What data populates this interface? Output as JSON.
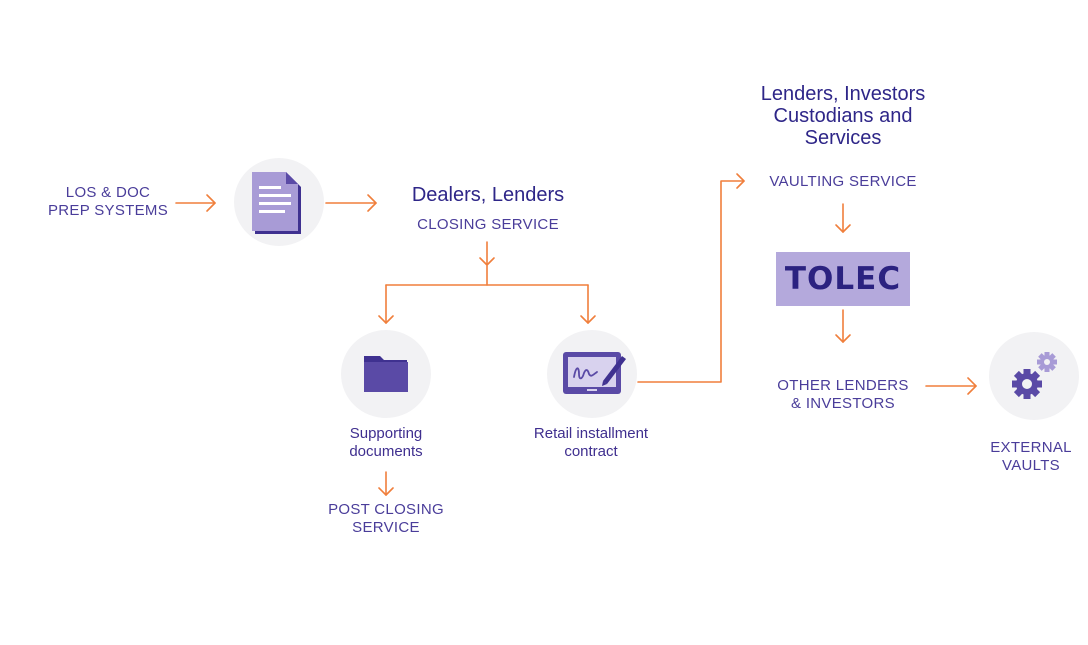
{
  "colors": {
    "arrow": "#f07f3c",
    "text": "#3f2f8f",
    "icon": "#5a4aa6",
    "icon_light": "#b4a9dc",
    "circle": "#f2f2f4"
  },
  "source": {
    "line1": "LOS & DOC",
    "line2": "PREP SYSTEMS"
  },
  "closing": {
    "heading": "Dealers, Lenders",
    "service": "CLOSING SERVICE"
  },
  "docs": {
    "line1": "Supporting",
    "line2": "documents"
  },
  "post_closing": {
    "line1": "POST CLOSING",
    "line2": "SERVICE"
  },
  "contract": {
    "line1": "Retail installment",
    "line2": "contract"
  },
  "vault": {
    "heading_line1": "Lenders, Investors",
    "heading_line2": "Custodians and",
    "heading_line3": "Services",
    "service": "VAULTING SERVICE"
  },
  "tolec": {
    "label": "TOLEC"
  },
  "other": {
    "line1": "OTHER LENDERS",
    "line2": "& INVESTORS"
  },
  "external": {
    "line1": "EXTERNAL",
    "line2": "VAULTS"
  },
  "icons": {
    "document": "document-icon",
    "folder": "folder-icon",
    "signature": "tablet-signature-icon",
    "gears": "gears-icon"
  }
}
